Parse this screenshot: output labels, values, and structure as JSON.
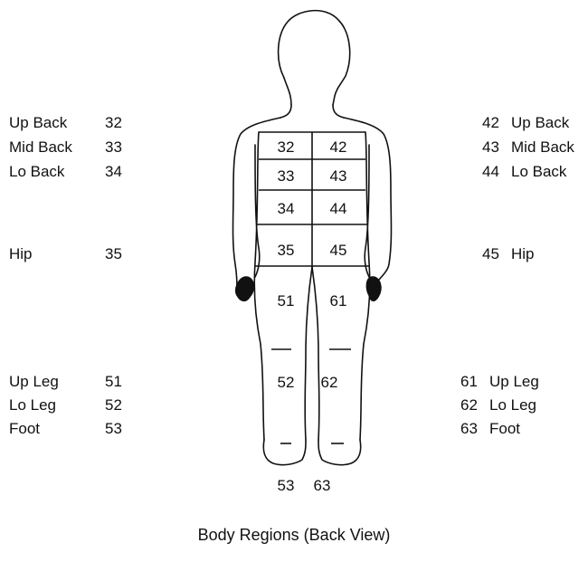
{
  "left_labels": [
    {
      "name": "Up Back",
      "code": "32"
    },
    {
      "name": "Mid Back",
      "code": "33"
    },
    {
      "name": "Lo Back",
      "code": "34"
    },
    {
      "name": "Hip",
      "code": "35"
    },
    {
      "name": "Up Leg",
      "code": "51"
    },
    {
      "name": "Lo Leg",
      "code": "52"
    },
    {
      "name": "Foot",
      "code": "53"
    }
  ],
  "right_labels": [
    {
      "name": "Up Back",
      "code": "42"
    },
    {
      "name": "Mid Back",
      "code": "43"
    },
    {
      "name": "Lo Back",
      "code": "44"
    },
    {
      "name": "Hip",
      "code": "45"
    },
    {
      "name": "Up Leg",
      "code": "61"
    },
    {
      "name": "Lo Leg",
      "code": "62"
    },
    {
      "name": "Foot",
      "code": "63"
    }
  ],
  "body_regions": {
    "left": [
      "32",
      "33",
      "34",
      "35",
      "51",
      "52",
      "53"
    ],
    "right": [
      "42",
      "43",
      "44",
      "45",
      "61",
      "62",
      "63"
    ]
  },
  "caption": "Body Regions (Back View)"
}
